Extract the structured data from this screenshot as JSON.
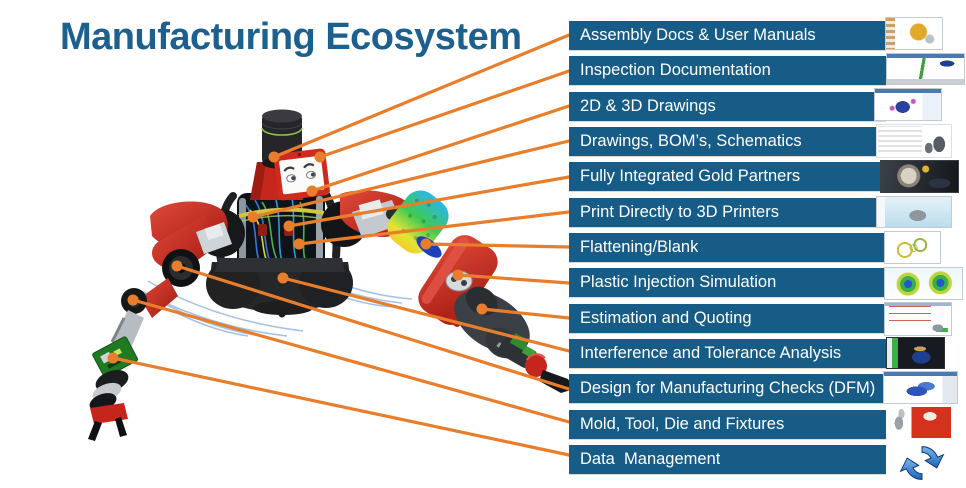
{
  "title": "Manufacturing Ecosystem",
  "colors": {
    "title_blue": "#1C6090",
    "bar_blue": "#175C86",
    "accent_orange": "#E87E2B",
    "bar_text": "#FFFFFF"
  },
  "illustration": "two-arm-collaborative-robot",
  "bars": [
    {
      "label": "Assembly Docs & User Manuals",
      "thumb": "assembly-docs-thumbnail"
    },
    {
      "label": "Inspection Documentation",
      "thumb": "inspection-documentation-thumbnail"
    },
    {
      "label": "2D & 3D Drawings",
      "thumb": "2d-3d-drawings-thumbnail"
    },
    {
      "label": "Drawings, BOM’s, Schematics",
      "thumb": "bom-schematics-thumbnail"
    },
    {
      "label": "Fully Integrated Gold Partners",
      "thumb": "gold-partners-thumbnail"
    },
    {
      "label": "Print Directly to 3D Printers",
      "thumb": "3d-printer-thumbnail"
    },
    {
      "label": "Flattening/Blank",
      "thumb": "flattening-blank-thumbnail"
    },
    {
      "label": "Plastic Injection Simulation",
      "thumb": "injection-simulation-thumbnail"
    },
    {
      "label": "Estimation and Quoting",
      "thumb": "estimation-quoting-thumbnail"
    },
    {
      "label": "Interference and Tolerance Analysis",
      "thumb": "tolerance-analysis-thumbnail"
    },
    {
      "label": "Design for Manufacturing Checks (DFM)",
      "thumb": "dfm-checks-thumbnail"
    },
    {
      "label": "Mold, Tool, Die and Fixtures",
      "thumb": "mold-tool-die-thumbnail"
    },
    {
      "label": "Data  Management",
      "thumb": "data-management-sync-icon"
    }
  ]
}
